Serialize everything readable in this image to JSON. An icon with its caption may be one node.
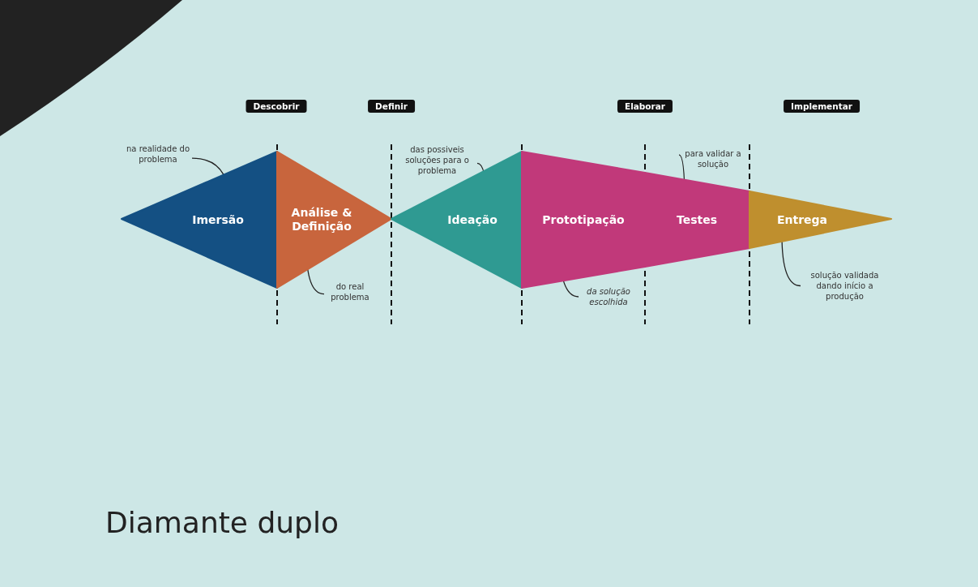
{
  "diagram": {
    "title": "Diamante duplo",
    "nodes": [
      {
        "text": [
          "Imersão"
        ]
      },
      {
        "text": [
          "Análise & Definição"
        ]
      },
      {
        "text": [
          "Ideação"
        ]
      },
      {
        "text": [
          "Prototipação"
        ]
      },
      {
        "text": [
          "Testes"
        ]
      },
      {
        "text": [
          "Entrega"
        ]
      },
      {
        "text": [
          "na realidade do problema"
        ]
      },
      {
        "text": [
          "do real problema"
        ]
      },
      {
        "text": [
          "das possiveis soluções para o problema"
        ]
      },
      {
        "text": [
          "da solução escolhida"
        ]
      },
      {
        "text": [
          "para validar a solução"
        ]
      },
      {
        "text": [
          "solução validada dando início a produção"
        ]
      }
    ],
    "edges": [
      {
        "from": 6,
        "to": 0,
        "arrow": "none"
      },
      {
        "from": 7,
        "to": 1,
        "arrow": "none"
      },
      {
        "from": 8,
        "to": 2,
        "arrow": "none"
      },
      {
        "from": 9,
        "to": 3,
        "arrow": "none"
      },
      {
        "from": 10,
        "to": 4,
        "arrow": "none"
      },
      {
        "from": 11,
        "to": 5,
        "arrow": "none"
      }
    ],
    "labels": [
      "Descobrir",
      "Definir",
      "Elaborar",
      "Implementar"
    ]
  }
}
